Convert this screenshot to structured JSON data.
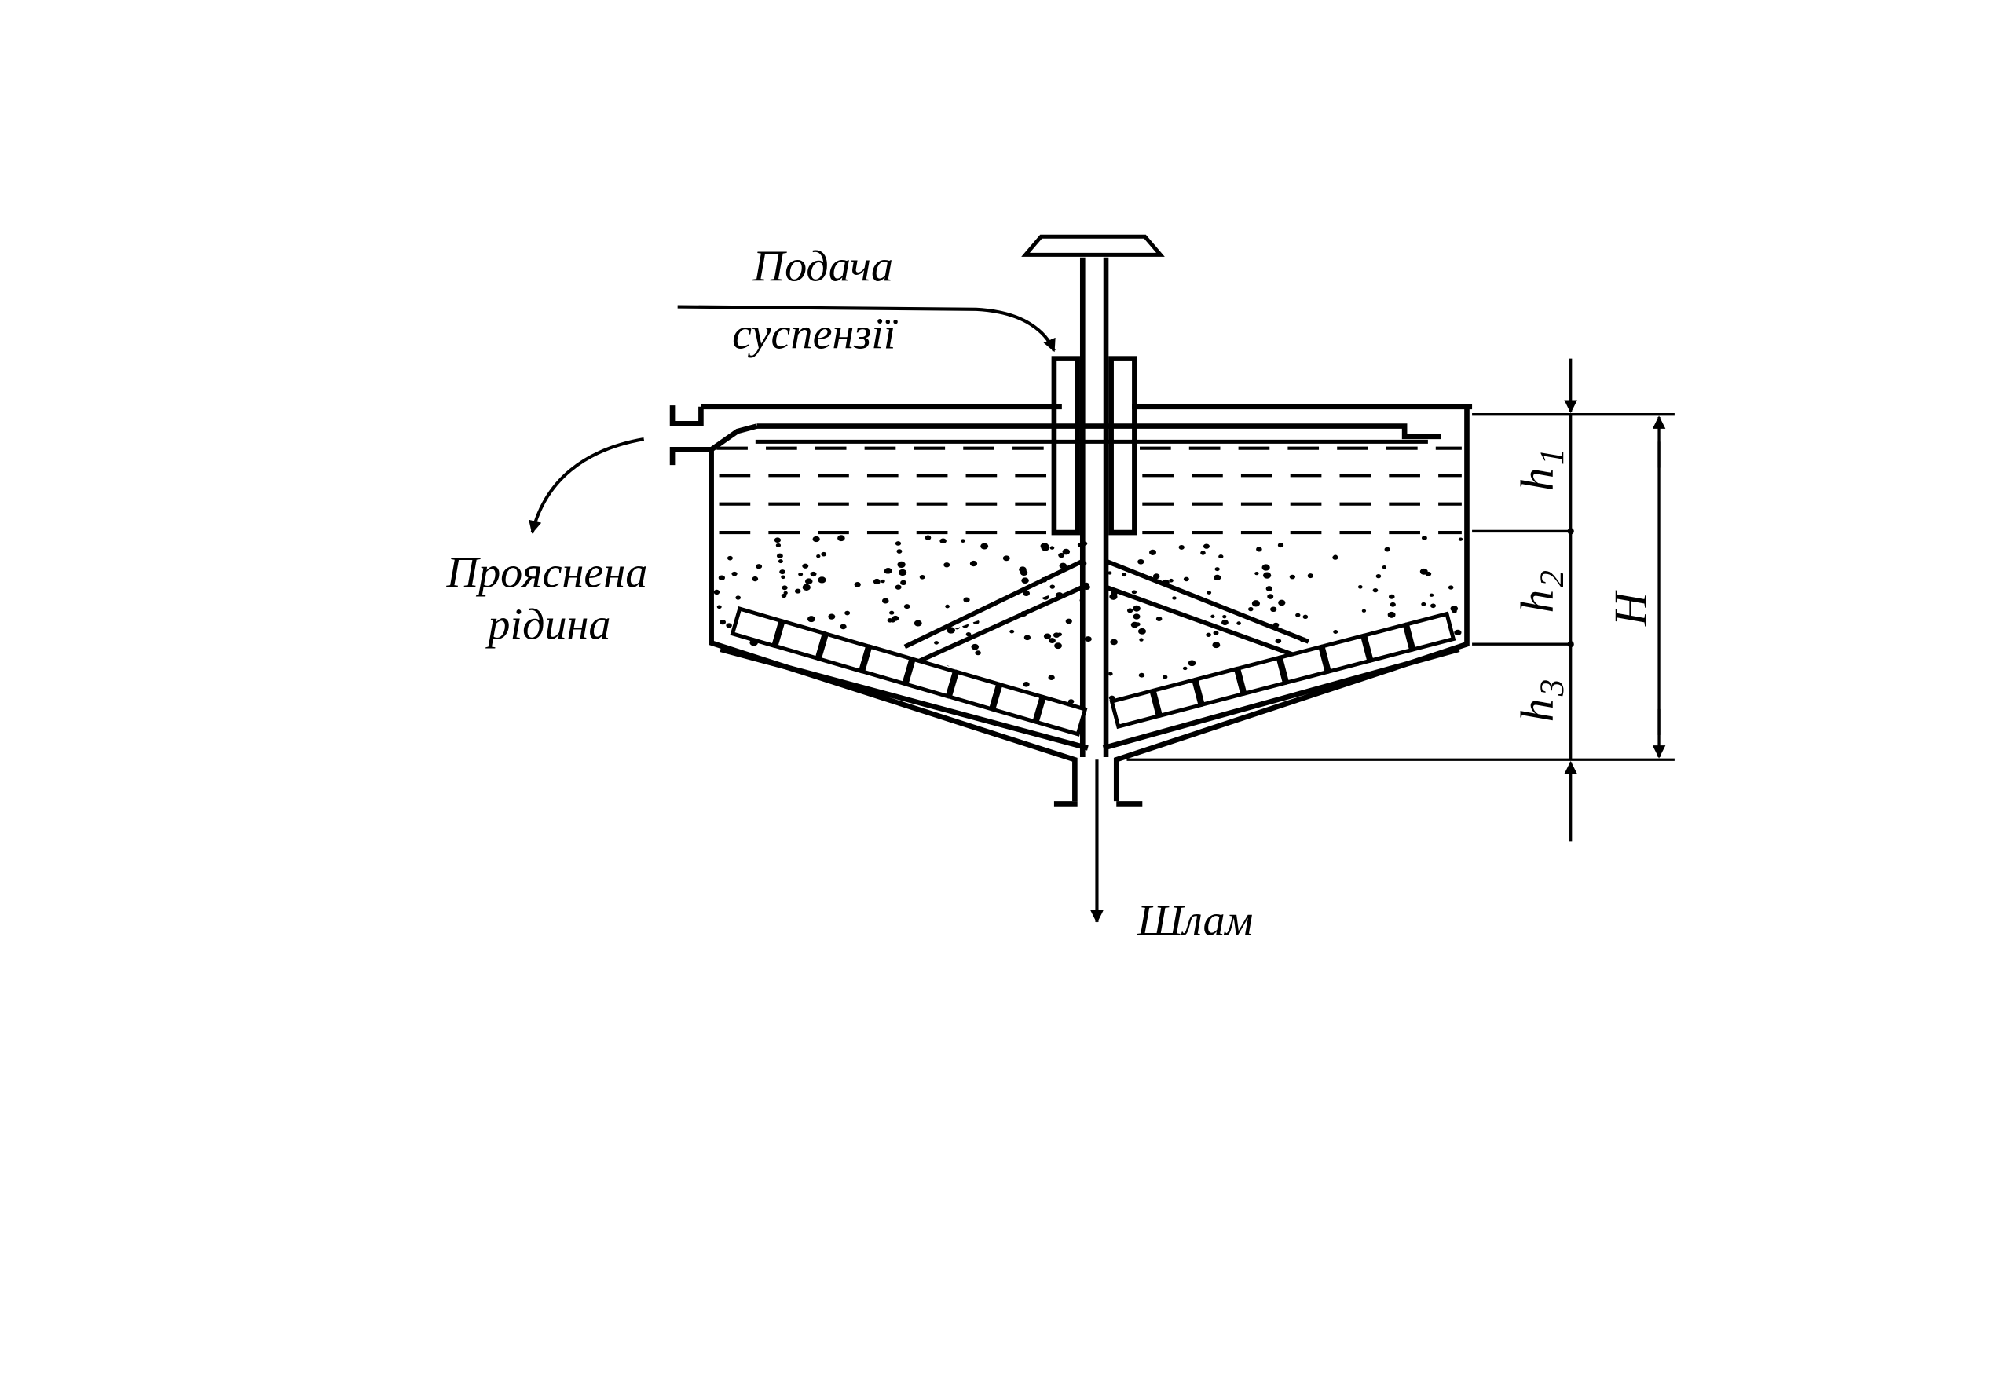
{
  "labels": {
    "feed": [
      "Подача",
      "суспензії"
    ],
    "clarified_liquid": [
      "Прояснена",
      "рідина"
    ],
    "sludge": "Шлам"
  },
  "dimensions": {
    "h1": {
      "symbol": "h",
      "subscript": "1"
    },
    "h2": {
      "symbol": "h",
      "subscript": "2"
    },
    "h3": {
      "symbol": "h",
      "subscript": "3"
    },
    "total": "H"
  },
  "colors": {
    "ink": "#000000",
    "background": "#ffffff"
  }
}
